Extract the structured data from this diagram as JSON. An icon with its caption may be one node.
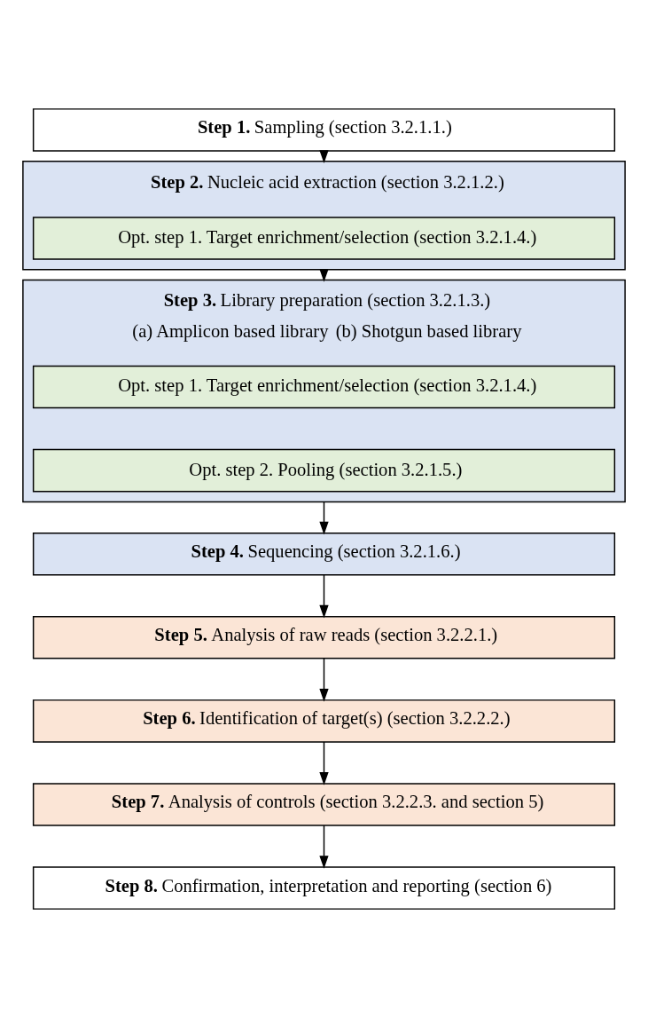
{
  "diagram": {
    "nodes": [
      {
        "text": [
          "**Step 1.** Sampling (section 3.2.1.1.)"
        ]
      },
      {
        "text": [
          "**Step 2.** Nucleic acid extraction (section 3.2.1.2.)"
        ]
      },
      {
        "text": [
          "Opt. step 1. Target enrichment/selection (section 3.2.1.4.)"
        ],
        "in": 1
      },
      {
        "text": [
          "**Step 3.** Library preparation (section 3.2.1.3.)",
          "(a) Amplicon based library",
          "(b) Shotgun based library"
        ]
      },
      {
        "text": [
          "Opt. step 1. Target enrichment/selection (section 3.2.1.4.)"
        ],
        "in": 3
      },
      {
        "text": [
          "Opt. step 2. Pooling (section 3.2.1.5.)"
        ],
        "in": 3
      },
      {
        "text": [
          "**Step 4.** Sequencing (section 3.2.1.6.)"
        ]
      },
      {
        "text": [
          "**Step 5.** Analysis of raw reads (section 3.2.2.1.)"
        ]
      },
      {
        "text": [
          "**Step 6.** Identification of target(s) (section 3.2.2.2.)"
        ]
      },
      {
        "text": [
          "**Step 7.** Analysis of controls (section 3.2.2.3. and section 5)"
        ]
      },
      {
        "text": [
          "**Step 8.** Confirmation, interpretation and reporting (section 6)"
        ]
      }
    ],
    "edges": [
      {
        "from": 0,
        "to": 1,
        "arrow": "to"
      },
      {
        "from": 1,
        "to": 3,
        "arrow": "to"
      },
      {
        "from": 3,
        "to": 6,
        "arrow": "to"
      },
      {
        "from": 6,
        "to": 7,
        "arrow": "to"
      },
      {
        "from": 7,
        "to": 8,
        "arrow": "to"
      },
      {
        "from": 8,
        "to": 9,
        "arrow": "to"
      },
      {
        "from": 9,
        "to": 10,
        "arrow": "to"
      }
    ]
  }
}
